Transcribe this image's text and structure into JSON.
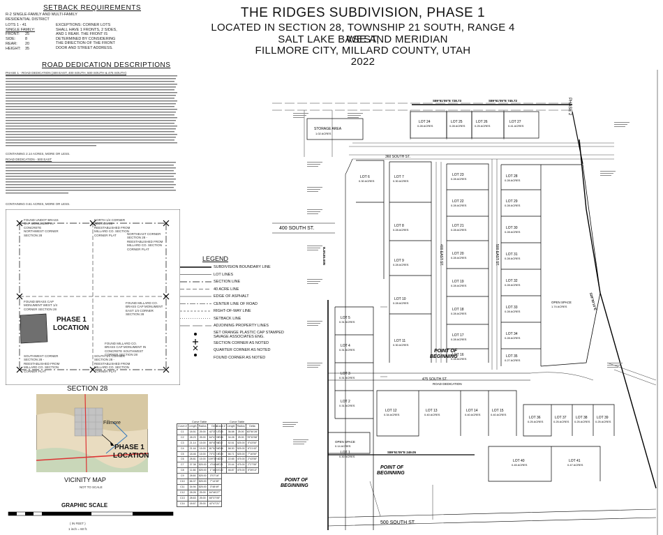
{
  "title": {
    "line1": "THE RIDGES SUBDIVISION, PHASE 1",
    "line2": "LOCATED IN SECTION 28, TOWNSHIP 21 SOUTH, RANGE 4 WEST,",
    "line3": "SALT LAKE BASE AND MERIDIAN",
    "line4": "FILLMORE CITY, MILLARD COUNTY, UTAH",
    "year": "2022"
  },
  "setback": {
    "heading": "SETBACK REQUIREMENTS",
    "zone": "R-2 SINGLE-FAMILY AND MULTI-FAMILY RESIDENTIAL DISTRICT",
    "lots": "LOTS 1 - 41",
    "single_family": "SINGLE FAMILY:",
    "front_label": "FRONT:",
    "front": "25",
    "side_label": "SIDE:",
    "side": "8",
    "rear_label": "REAR:",
    "rear": "20",
    "height_label": "HEIGHT:",
    "height": "35",
    "exceptions": "EXCEPTIONS: CORNER LOTS SHALL HAVE 1 FRONTS, 2 SIDES, AND 1 REAR. THE FRONT IS DETERMINED BY CONSIDERING THE DIRECTION OF THE FRONT DOOR AND STREET ADDRESS."
  },
  "road_dedication": {
    "heading": "ROAD DEDICATION DESCRIPTIONS",
    "phase1_head": "PHASE 1 - ROAD DEDICATION (400 EAST, 400 SOUTH, 500 SOUTH & 475 SOUTH)",
    "containing1": "CONTAINING 2.14 ACRES, MORE OR LESS.",
    "road_head": "ROAD DEDICATION - 500 EAST",
    "containing2": "CONTAINING 0.61 ACRES, MORE OR LESS."
  },
  "section_diagram": {
    "phase_label": "PHASE 1",
    "location_label": "LOCATION",
    "section_heading": "SECTION 28",
    "notes": [
      "FOUND UNDOT BRASS CAP MONUMENT IN CONCRETE NORTHWEST CORNER SECTION 28",
      "NORTH 1/4 CORNER SECTION 28 - REESTABLISHED FROM MILLARD CO. SECTION CORNER PLAT",
      "NORTHEAST CORNER SECTION 28 - REESTABLISHED FROM MILLARD CO. SECTION CORNER PLAT",
      "FOUND BRASS CAP MONUMENT WEST 1/4 CORNER SECTION 28",
      "FOUND MILLARD CO. BRASS CAP MONUMENT EAST 1/4 CORNER SECTION 28",
      "FOUND MILLARD CO. BRASS CAP MONUMENT IN CONCRETE SOUTHWEST CORNER SECTION 28",
      "SOUTHWEST CORNER SECTION 28 - REESTABLISHED FROM MILLARD CO. SECTION CORNER PLAT",
      "SOUTH 1/4 CORNER SECTION 28 - REESTABLISHED FROM MILLARD CO. SECTION CORNER PLAT"
    ]
  },
  "vicinity": {
    "heading": "VICINITY MAP",
    "not_to_scale": "NOT TO SCALE",
    "town": "Fillmore",
    "phase_label": "PHASE 1",
    "location_label": "LOCATION"
  },
  "graphic_scale": {
    "heading": "GRAPHIC SCALE",
    "units": "( IN FEET )",
    "ratio": "1 inch = 60 ft."
  },
  "legend": {
    "heading": "LEGEND",
    "items": [
      "SUBDIVISION BOUNDARY LINE",
      "LOT LINES",
      "SECTION LINE",
      "40 ACRE LINE",
      "EDGE OF ASPHALT",
      "CENTER LINE OF ROAD",
      "RIGHT-OF-WAY LINE",
      "SETBACK LINE",
      "ADJOINING PROPERTY LINES",
      "SET ORANGE PLASTIC CAP STAMPED SAVAGE ASSOCIATES ENG.",
      "SECTION CORNER AS NOTED",
      "QUARTER CORNER AS NOTED",
      "FOUND CORNER AS NOTED"
    ]
  },
  "curve_table": {
    "heading": "Curve Table",
    "columns": [
      "Curve #",
      "Length",
      "Radius",
      "Delta"
    ],
    "left": [
      [
        "C1",
        "18.51",
        "25.00",
        "42°25'17\""
      ],
      [
        "C2",
        "28.23",
        "25.00",
        "64°41'09\""
      ],
      [
        "C3",
        "21.14",
        "15.00",
        "80°45'58\""
      ],
      [
        "C4",
        "21.44",
        "15.00",
        "81°54'54\""
      ],
      [
        "C5",
        "18.46",
        "15.00",
        "70°31'19\""
      ],
      [
        "C6",
        "28.81",
        "15.00",
        "109°28'41\""
      ],
      [
        "C7",
        "37.38",
        "525.00",
        "4°04'48\""
      ],
      [
        "C8",
        "11.66",
        "525.00",
        "1°16'21\""
      ],
      [
        "C9",
        "28.60",
        "525.00",
        "3°07'16\""
      ],
      [
        "C10",
        "66.37",
        "525.00",
        "7°14'35\""
      ],
      [
        "C11",
        "34.94",
        "525.00",
        "3°48'49\""
      ],
      [
        "C12",
        "28.26",
        "25.00",
        "64°46'27\""
      ],
      [
        "C13",
        "28.63",
        "25.00",
        "65°37'05\""
      ],
      [
        "C14",
        "18.67",
        "25.00",
        "42°47'21\""
      ]
    ],
    "right": [
      [
        "C15",
        "36.58",
        "25.00",
        "83°50'28\""
      ],
      [
        "C16",
        "34.28",
        "25.00",
        "78°33'58\""
      ],
      [
        "C17",
        "52.51",
        "525.00",
        "5°43'50\""
      ],
      [
        "C18",
        "58.30",
        "525.00",
        "6°21'43\""
      ],
      [
        "C19",
        "66.71",
        "525.00",
        "7°16'50\""
      ],
      [
        "C20",
        "22.65",
        "475.00",
        "2°43'55\""
      ],
      [
        "C21",
        "20.44",
        "475.00",
        "2°27'55\""
      ],
      [
        "C22",
        "46.87",
        "475.00",
        "5°39'13\""
      ]
    ]
  },
  "plat": {
    "streets": {
      "s360": "360 SOUTH ST.",
      "s400": "400 SOUTH ST.",
      "s475": "475 SOUTH ST.",
      "s500": "500 SOUTH ST.",
      "e400": "400 EAST ST.",
      "e500": "500 EAST ST.",
      "e300": "300 EAST ST.",
      "phase2": "PHASE 2",
      "road_ded": "ROAD DEDICATION"
    },
    "labels": {
      "storage": "STORAGE AREA",
      "storage_ac": "1.02 ACRES",
      "open_space1": "OPEN SPACE",
      "open_space1_ac": "1.74 ACRES",
      "open_space2": "OPEN SPACE",
      "open_space2_ac": "0.14 ACRES",
      "pob": "POINT OF",
      "pob2": "BEGINNING"
    },
    "lots": [
      {
        "n": "LOT 24",
        "a": "0.28 ACRES"
      },
      {
        "n": "LOT 25",
        "a": "0.28 ACRES"
      },
      {
        "n": "LOT 26",
        "a": "0.25 ACRES"
      },
      {
        "n": "LOT 27",
        "a": "0.41 ACRES"
      },
      {
        "n": "LOT 6",
        "a": "0.30 ACRES"
      },
      {
        "n": "LOT 7",
        "a": "0.30 ACRES"
      },
      {
        "n": "LOT 8",
        "a": "0.28 ACRES"
      },
      {
        "n": "LOT 9",
        "a": "0.28 ACRES"
      },
      {
        "n": "LOT 10",
        "a": "0.28 ACRES"
      },
      {
        "n": "LOT 11",
        "a": "0.30 ACRES"
      },
      {
        "n": "LOT 5",
        "a": "0.31 ACRES"
      },
      {
        "n": "LOT 4",
        "a": "0.31 ACRES"
      },
      {
        "n": "LOT 3",
        "a": "0.31 ACRES"
      },
      {
        "n": "LOT 2",
        "a": "0.31 ACRES"
      },
      {
        "n": "LOT 1",
        "a": "0.30 ACRES"
      },
      {
        "n": "LOT 23",
        "a": "0.28 ACRES"
      },
      {
        "n": "LOT 22",
        "a": "0.28 ACRES"
      },
      {
        "n": "LOT 21",
        "a": "0.28 ACRES"
      },
      {
        "n": "LOT 20",
        "a": "0.28 ACRES"
      },
      {
        "n": "LOT 19",
        "a": "0.28 ACRES"
      },
      {
        "n": "LOT 18",
        "a": "0.28 ACRES"
      },
      {
        "n": "LOT 17",
        "a": "0.28 ACRES"
      },
      {
        "n": "LOT 16",
        "a": "0.28 ACRES"
      },
      {
        "n": "LOT 28",
        "a": "0.28 ACRES"
      },
      {
        "n": "LOT 29",
        "a": "0.28 ACRES"
      },
      {
        "n": "LOT 30",
        "a": "0.28 ACRES"
      },
      {
        "n": "LOT 31",
        "a": "0.28 ACRES"
      },
      {
        "n": "LOT 32",
        "a": "0.28 ACRES"
      },
      {
        "n": "LOT 33",
        "a": "0.28 ACRES"
      },
      {
        "n": "LOT 34",
        "a": "0.28 ACRES"
      },
      {
        "n": "LOT 35",
        "a": "0.27 ACRES"
      },
      {
        "n": "LOT 12",
        "a": "0.34 ACRES"
      },
      {
        "n": "LOT 13",
        "a": "0.40 ACRES"
      },
      {
        "n": "LOT 14",
        "a": "0.40 ACRES"
      },
      {
        "n": "LOT 15",
        "a": "0.40 ACRES"
      },
      {
        "n": "LOT 36",
        "a": "0.25 ACRES"
      },
      {
        "n": "LOT 37",
        "a": "0.25 ACRES"
      },
      {
        "n": "LOT 38",
        "a": "0.25 ACRES"
      },
      {
        "n": "LOT 39",
        "a": "0.25 ACRES"
      },
      {
        "n": "LOT 40",
        "a": "0.45 ACRES"
      },
      {
        "n": "LOT 41",
        "a": "0.47 ACRES"
      }
    ],
    "bearings": {
      "b_top1": "S89°51'05\"E 728.73",
      "b_top2": "S89°51'05\"E 745.72",
      "b_left": "N00°08'55\"E",
      "b_bottom": "S89°51'05\"E 249.05",
      "b_diag": "S28°30'13\"E"
    }
  }
}
